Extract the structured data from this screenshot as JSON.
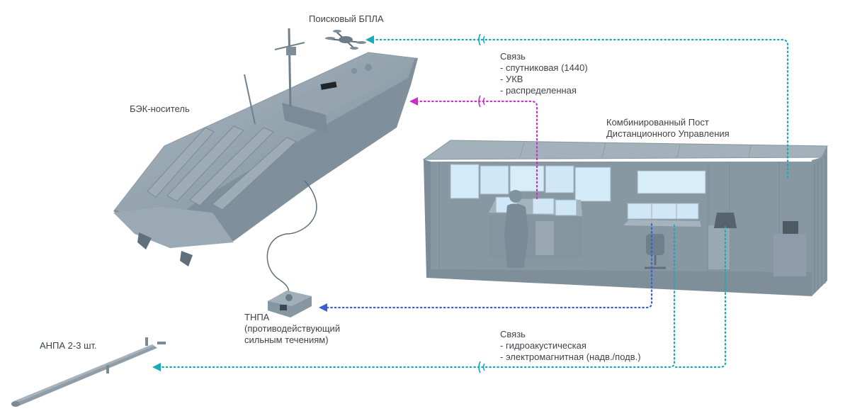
{
  "labels": {
    "drone": "Поисковый БПЛА",
    "boat": "БЭК-носитель",
    "comm_top": {
      "title": "Связь",
      "items": [
        "- спутниковая (1440)",
        "- УКВ",
        "- распределенная"
      ]
    },
    "post": [
      "Комбинированный Пост",
      "Дистанционного Управления"
    ],
    "tnpa": [
      "ТНПА",
      "(противодействующий",
      "сильным течениям)"
    ],
    "anpa": "АНПА 2-3 шт.",
    "comm_bottom": {
      "title": "Связь",
      "items": [
        "- гидроакустическая",
        "- электромагнитная (надв./подв.)"
      ]
    }
  },
  "colors": {
    "teal_link": "#19a9b8",
    "magenta_link": "#cc2fc8",
    "blue_link": "#3a5fcf",
    "model_fill": "#8a9aa6",
    "model_dark": "#6c7c88",
    "model_light": "#a7b5bf",
    "screen": "#cfe7f6"
  },
  "icons": [
    "signal-wave-icon",
    "arrow-head-icon"
  ]
}
